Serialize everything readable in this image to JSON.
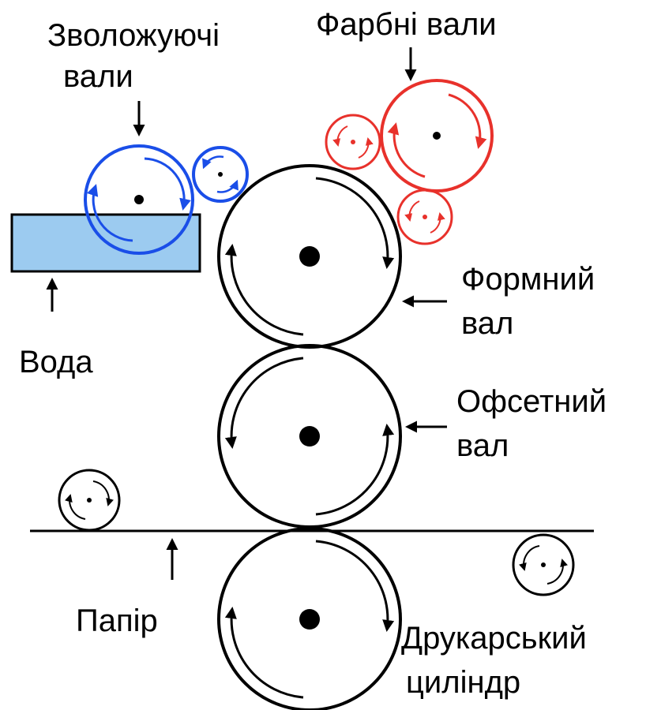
{
  "labels": {
    "dampening_rollers": [
      "Зволожуючі",
      "вали"
    ],
    "ink_rollers": "Фарбні вали",
    "water": "Вода",
    "plate_cylinder": [
      "Формний",
      "вал"
    ],
    "blanket_cylinder": [
      "Офсетний",
      "вал"
    ],
    "paper": "Папір",
    "impression_cylinder": [
      "Друкарський",
      "циліндр"
    ]
  },
  "colors": {
    "ink_rollers": "#e8312b",
    "dampening_rollers": "#1a4ee8",
    "water_tray_fill": "#9ccbf0",
    "main": "#000000"
  }
}
